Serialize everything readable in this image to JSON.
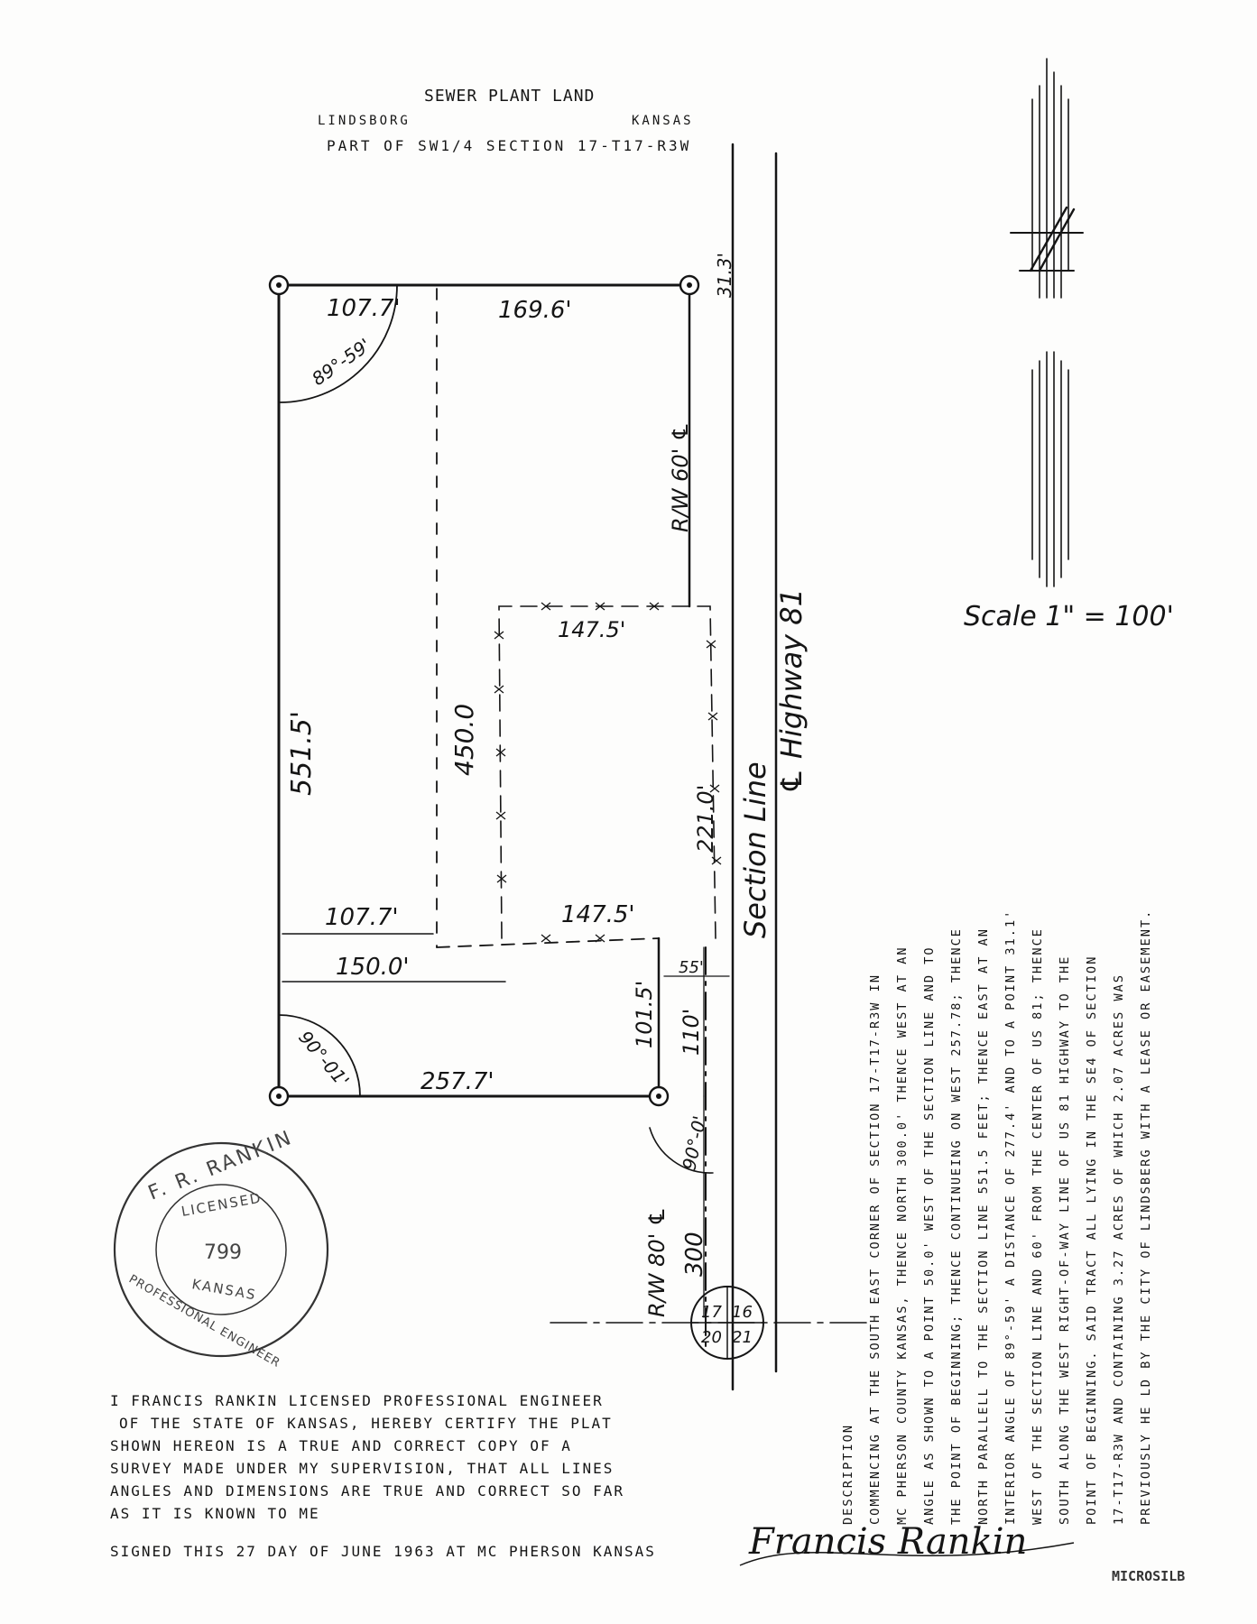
{
  "header": {
    "title": "SEWER PLANT LAND",
    "city": "LINDSBORG",
    "state": "KANSAS",
    "location": "PART OF SW1/4 SECTION 17-T17-R3W"
  },
  "scale": "Scale 1\" = 100'",
  "plat": {
    "dims": {
      "top_left": "107.7'",
      "top_right": "169.6'",
      "row_north": "31.3'",
      "rw_north": "R/W 60' ℄",
      "west_side": "551.5'",
      "inner_vertical": "450.0",
      "inner_top": "147.5'",
      "inner_right": "221.0'",
      "lower_left": "107.7'",
      "lower_inner": "147.5'",
      "width_150": "150.0'",
      "offset_55": "55'",
      "south": "257.7'",
      "se_vertical": "101.5'",
      "se_110": "110'",
      "rw_south": "R/W 80' ℄",
      "dist_300": "300"
    },
    "angles": {
      "nw": "89°-59'",
      "sw": "90°-01'",
      "se": "90°-0'"
    },
    "labels": {
      "section_line": "Section Line",
      "highway": "℄ Highway 81"
    },
    "corner_section_numbers": [
      "17",
      "16",
      "20",
      "21"
    ]
  },
  "seal": {
    "name": "F. R. RANKIN",
    "word": "LICENSED",
    "number": "799",
    "state": "KANSAS",
    "title": "PROFESSIONAL ENGINEER"
  },
  "certification": {
    "lines": [
      "I FRANCIS RANKIN LICENSED PROFESSIONAL ENGINEER",
      "OF THE STATE OF KANSAS, HEREBY CERTIFY THE PLAT",
      "SHOWN HEREON IS A TRUE AND CORRECT COPY OF A",
      "SURVEY MADE UNDER MY SUPERVISION, THAT ALL LINES",
      "ANGLES AND DIMENSIONS ARE TRUE AND CORRECT SO FAR",
      "AS IT IS KNOWN TO ME"
    ],
    "signed": "SIGNED THIS 27 DAY OF JUNE 1963 AT MC PHERSON KANSAS"
  },
  "signature": "Francis Rankin",
  "description": {
    "heading": "DESCRIPTION",
    "lines": [
      "COMMENCING AT THE SOUTH EAST CORNER OF SECTION 17-T17-R3W IN",
      "MC PHERSON COUNTY KANSAS, THENCE NORTH 300.0' THENCE WEST AT AN",
      "ANGLE AS SHOWN TO A POINT 50.0' WEST OF THE SECTION LINE AND TO",
      "THE POINT OF BEGINNING; THENCE CONTINUEING ON WEST 257.78; THENCE",
      "NORTH PARALLELL TO THE SECTION LINE 551.5 FEET; THENCE EAST AT AN",
      "INTERIOR ANGLE OF 89°-59' A DISTANCE OF 277.4' AND TO A POINT 31.1'",
      "WEST OF THE SECTION LINE AND 60' FROM THE CENTER OF US 81; THENCE",
      "SOUTH ALONG THE WEST RIGHT-OF-WAY LINE OF US 81 HIGHWAY TO THE",
      "POINT OF BEGINNING. SAID TRACT ALL LYING IN THE SE4 OF SECTION",
      "17-T17-R3W AND CONTAINING 3.27 ACRES OF WHICH 2.07 ACRES WAS",
      "PREVIOUSLY HE LD BY THE CITY OF LINDSBERG WITH A LEASE OR EASEMENT."
    ]
  },
  "stamp": "MICROSILB"
}
